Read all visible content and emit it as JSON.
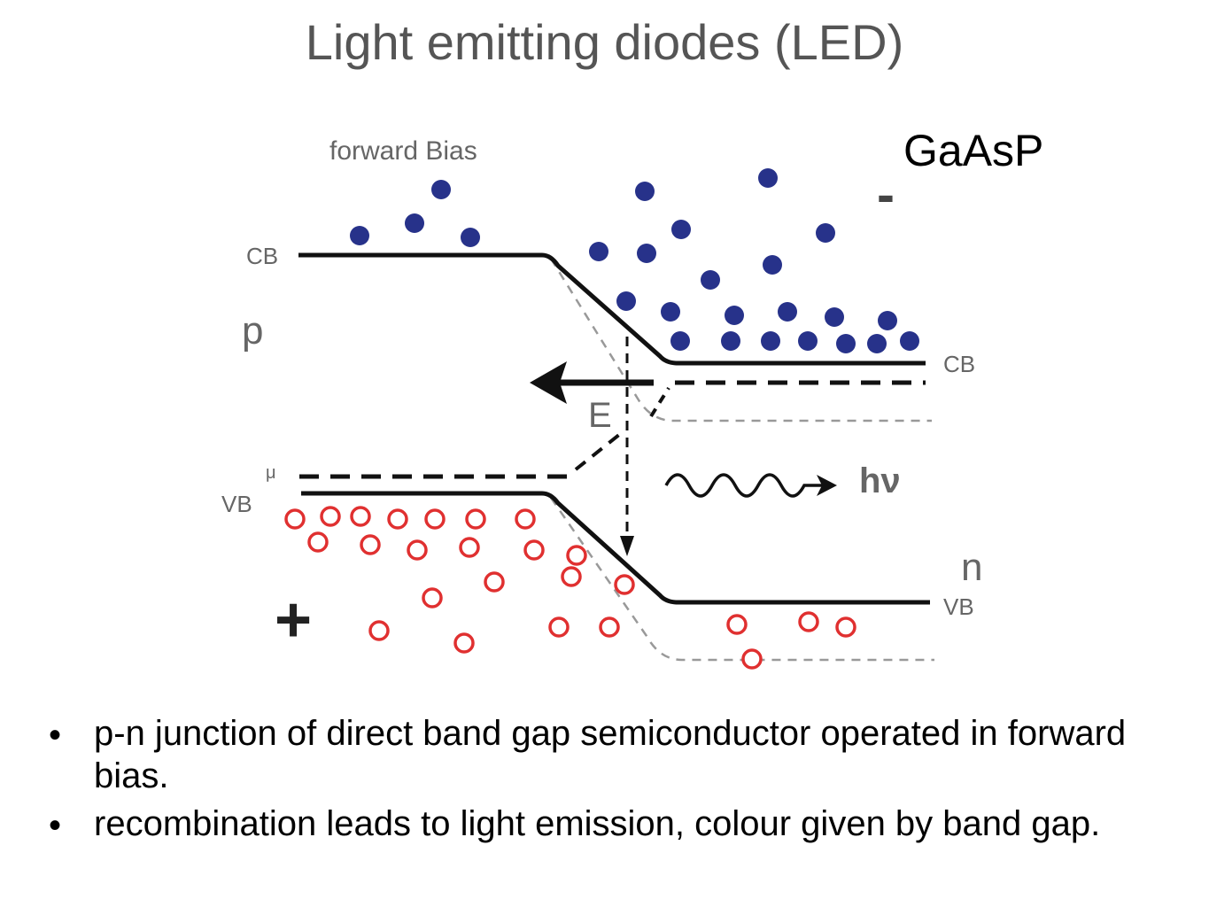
{
  "slide": {
    "title": "Light emitting diodes (LED)",
    "material": "GaAsP"
  },
  "diagram": {
    "bias_label": "forward Bias",
    "label_cb_left": "CB",
    "label_cb_right": "CB",
    "label_vb_left": "VB",
    "label_vb_right": "VB",
    "label_mu": "μ",
    "label_p": "p",
    "label_n": "n",
    "label_E": "E",
    "label_hv": "hν",
    "sign_minus": "-",
    "sign_plus": "+",
    "colors": {
      "electron": "#27328a",
      "hole": "#e03030",
      "band": "#111111",
      "fermi_guide": "#999999"
    }
  },
  "bullets": [
    "p-n junction of direct band gap semiconductor operated in forward bias.",
    "recombination leads to light emission, colour given by band gap."
  ]
}
